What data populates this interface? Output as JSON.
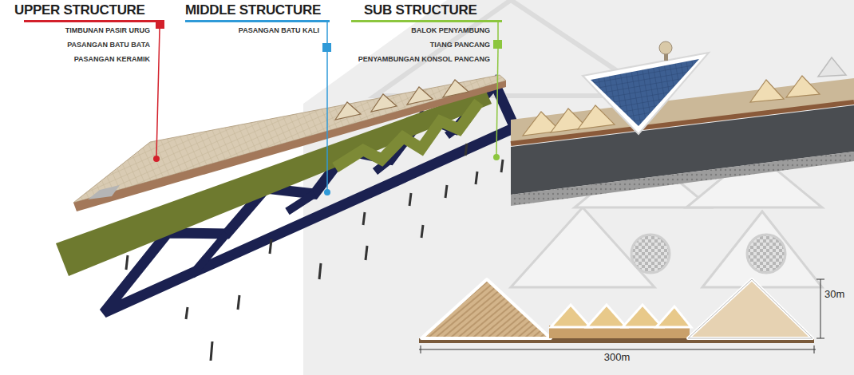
{
  "diagram": {
    "labels": [
      "UPPER STRUCTURE",
      "TIMBUNAN PASIR URUG",
      "PASANGAN BATU BATA",
      "PASANGAN KERAMIK",
      "MIDDLE STRUCTURE",
      "PASANGAN BATU KALI",
      "SUB STRUCTURE",
      "BALOK PENYAMBUNG",
      "TIANG PANCANG",
      "PENYAMBUNGAN KONSOL PANCANG",
      "30m",
      "300m"
    ]
  }
}
